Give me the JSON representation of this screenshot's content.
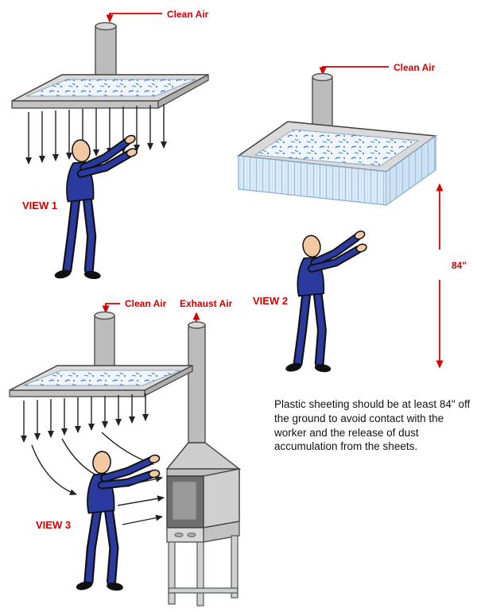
{
  "views": {
    "view1": {
      "label": "VIEW 1",
      "clean_air_label": "Clean Air"
    },
    "view2": {
      "label": "VIEW 2",
      "clean_air_label": "Clean Air",
      "sheet_height_label": "84\""
    },
    "view3": {
      "label": "VIEW 3",
      "clean_air_label": "Clean Air",
      "exhaust_air_label": "Exhaust Air"
    }
  },
  "note": {
    "text": "Plastic sheeting should be at least 84\" off the ground to avoid contact with the worker and the release of dust accumulation from the sheets."
  },
  "colors": {
    "label_red": "#d40000",
    "worker_blue": "#2b3a9e",
    "duct_gray": "#bcbcbc",
    "sheeting_blue": "#dcebf8",
    "diffuser_speckle": "#4d7fc4"
  }
}
